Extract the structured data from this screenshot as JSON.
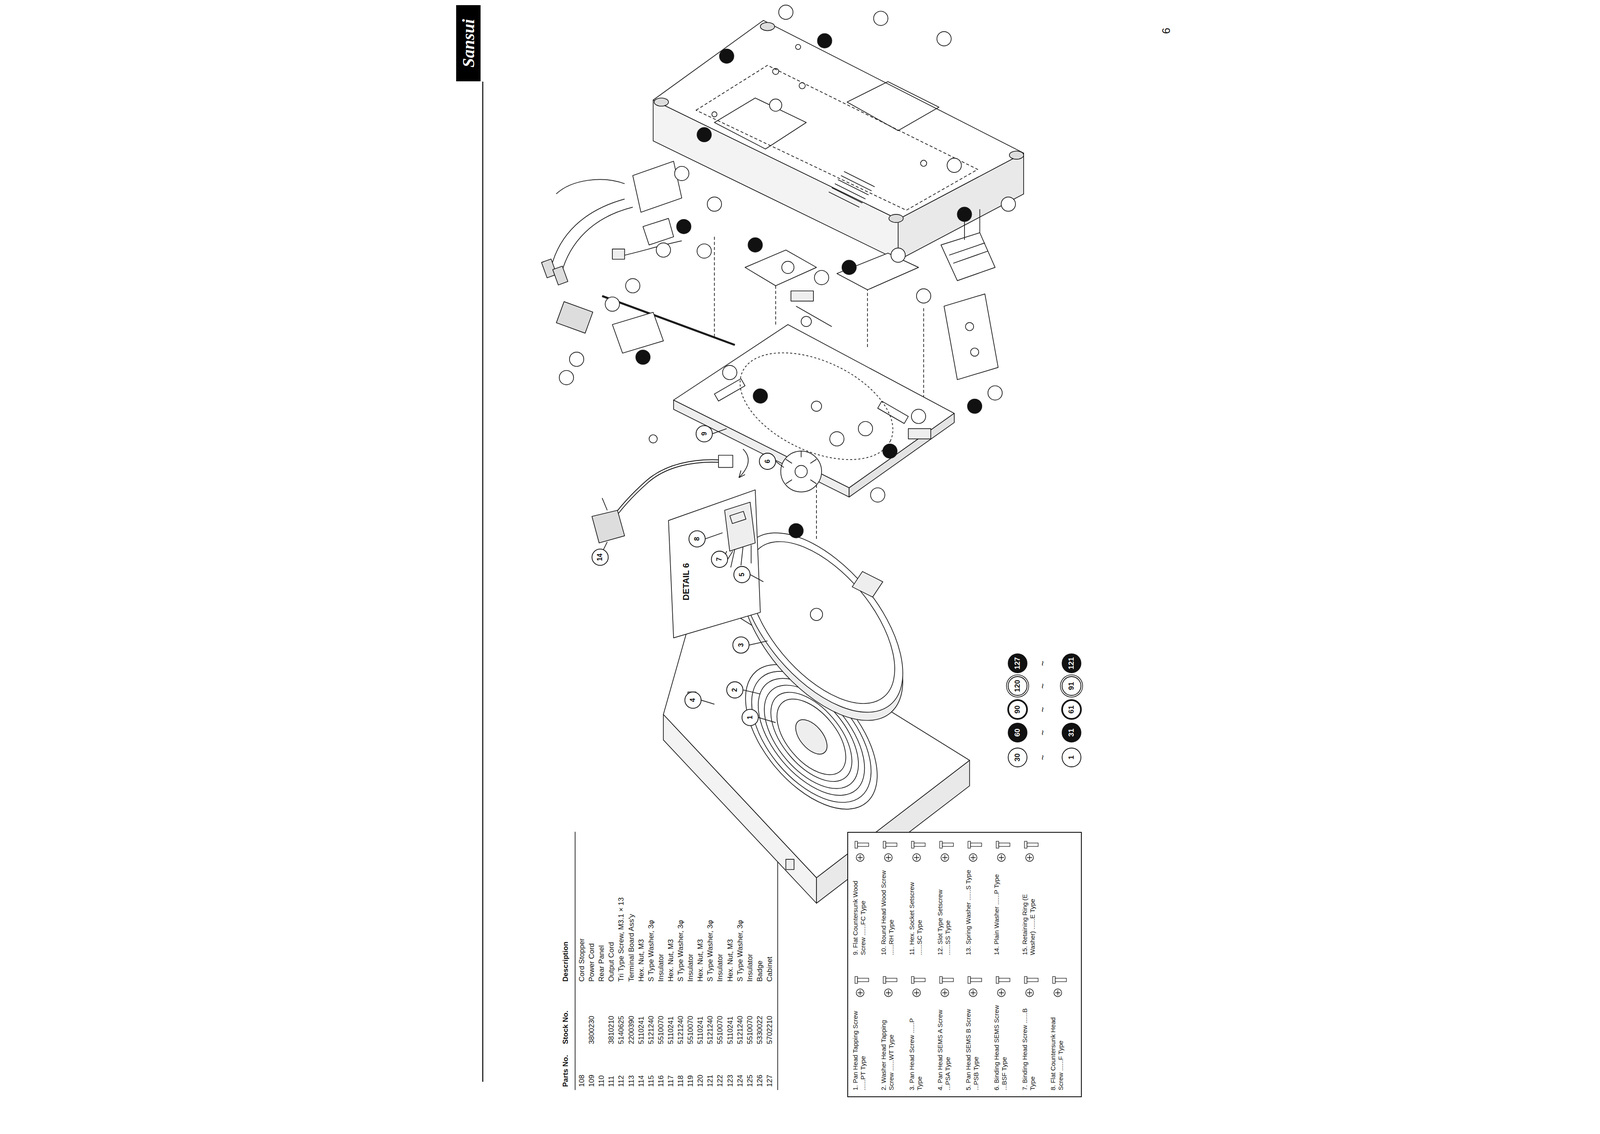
{
  "diagram": {
    "nodes": [
      {
        "text": [
          "Sansui"
        ]
      },
      {
        "text": [
          "1. Pan Head Tapping Screw ......PT Type",
          "2. Washer Head Tapping Screw ......WT Type",
          "3. Pan Head Screw ......P Type",
          "4. Pan Head SEMS A Screw ...PSA Type",
          "5. Pan Head SEMS B Screw ...PSB Type",
          "6. Binding Head SEMS Screw ...BSF Type",
          "7. Binding Head Screw ......B Type",
          "8. Flat Countersunk Head Screw ......F Type",
          "9. Flat Countersunk Wood Screw ......FC Type",
          "10. Round Head Wood Screw ......RH Type",
          "11. Hex. Socket Setscrew ......SC Type",
          "12. Slot Type Setscrew ......SS Type",
          "13. Spring Washer ......S Type",
          "14. Plain Washer ......P Type",
          "15. Retaining Ring (E Washer) ......E Type"
        ]
      }
    ],
    "labels": [
      "6",
      "Parts No.",
      "Stock No.",
      "Description",
      "108",
      "Cord Stopper",
      "109",
      "3800230",
      "Power Cord",
      "110",
      "Rear Panel",
      "111",
      "3810210",
      "Output Cord",
      "112",
      "5140625",
      "Tri Type Screw, M3.1 × 13",
      "113",
      "2200390",
      "Terminal Board Ass'y",
      "114",
      "5110241",
      "Hex. Nut, M3",
      "115",
      "5121240",
      "S Type Washer, 3φ",
      "116",
      "5510070",
      "Insulator",
      "117",
      "5110241",
      "Hex. Nut, M3",
      "118",
      "5121240",
      "S Type Washer, 3φ",
      "119",
      "5510070",
      "Insulator",
      "120",
      "5110241",
      "Hex. Nut, M3",
      "121",
      "5121240",
      "S Type Washer, 3φ",
      "122",
      "5510070",
      "Insulator",
      "123",
      "5110241",
      "Hex. Nut, M3",
      "124",
      "5121240",
      "S Type Washer, 3φ",
      "125",
      "5510070",
      "Insulator",
      "126",
      "5330022",
      "Badge",
      "127",
      "5702210",
      "Cabinet",
      "1",
      "~",
      "30",
      "31",
      "~",
      "60",
      "61",
      "~",
      "90",
      "91",
      "~",
      "120",
      "121",
      "~",
      "127",
      "1",
      "2",
      "3",
      "4",
      "5",
      "6",
      "7",
      "8",
      "9",
      "14",
      "DETAIL 6"
    ]
  }
}
